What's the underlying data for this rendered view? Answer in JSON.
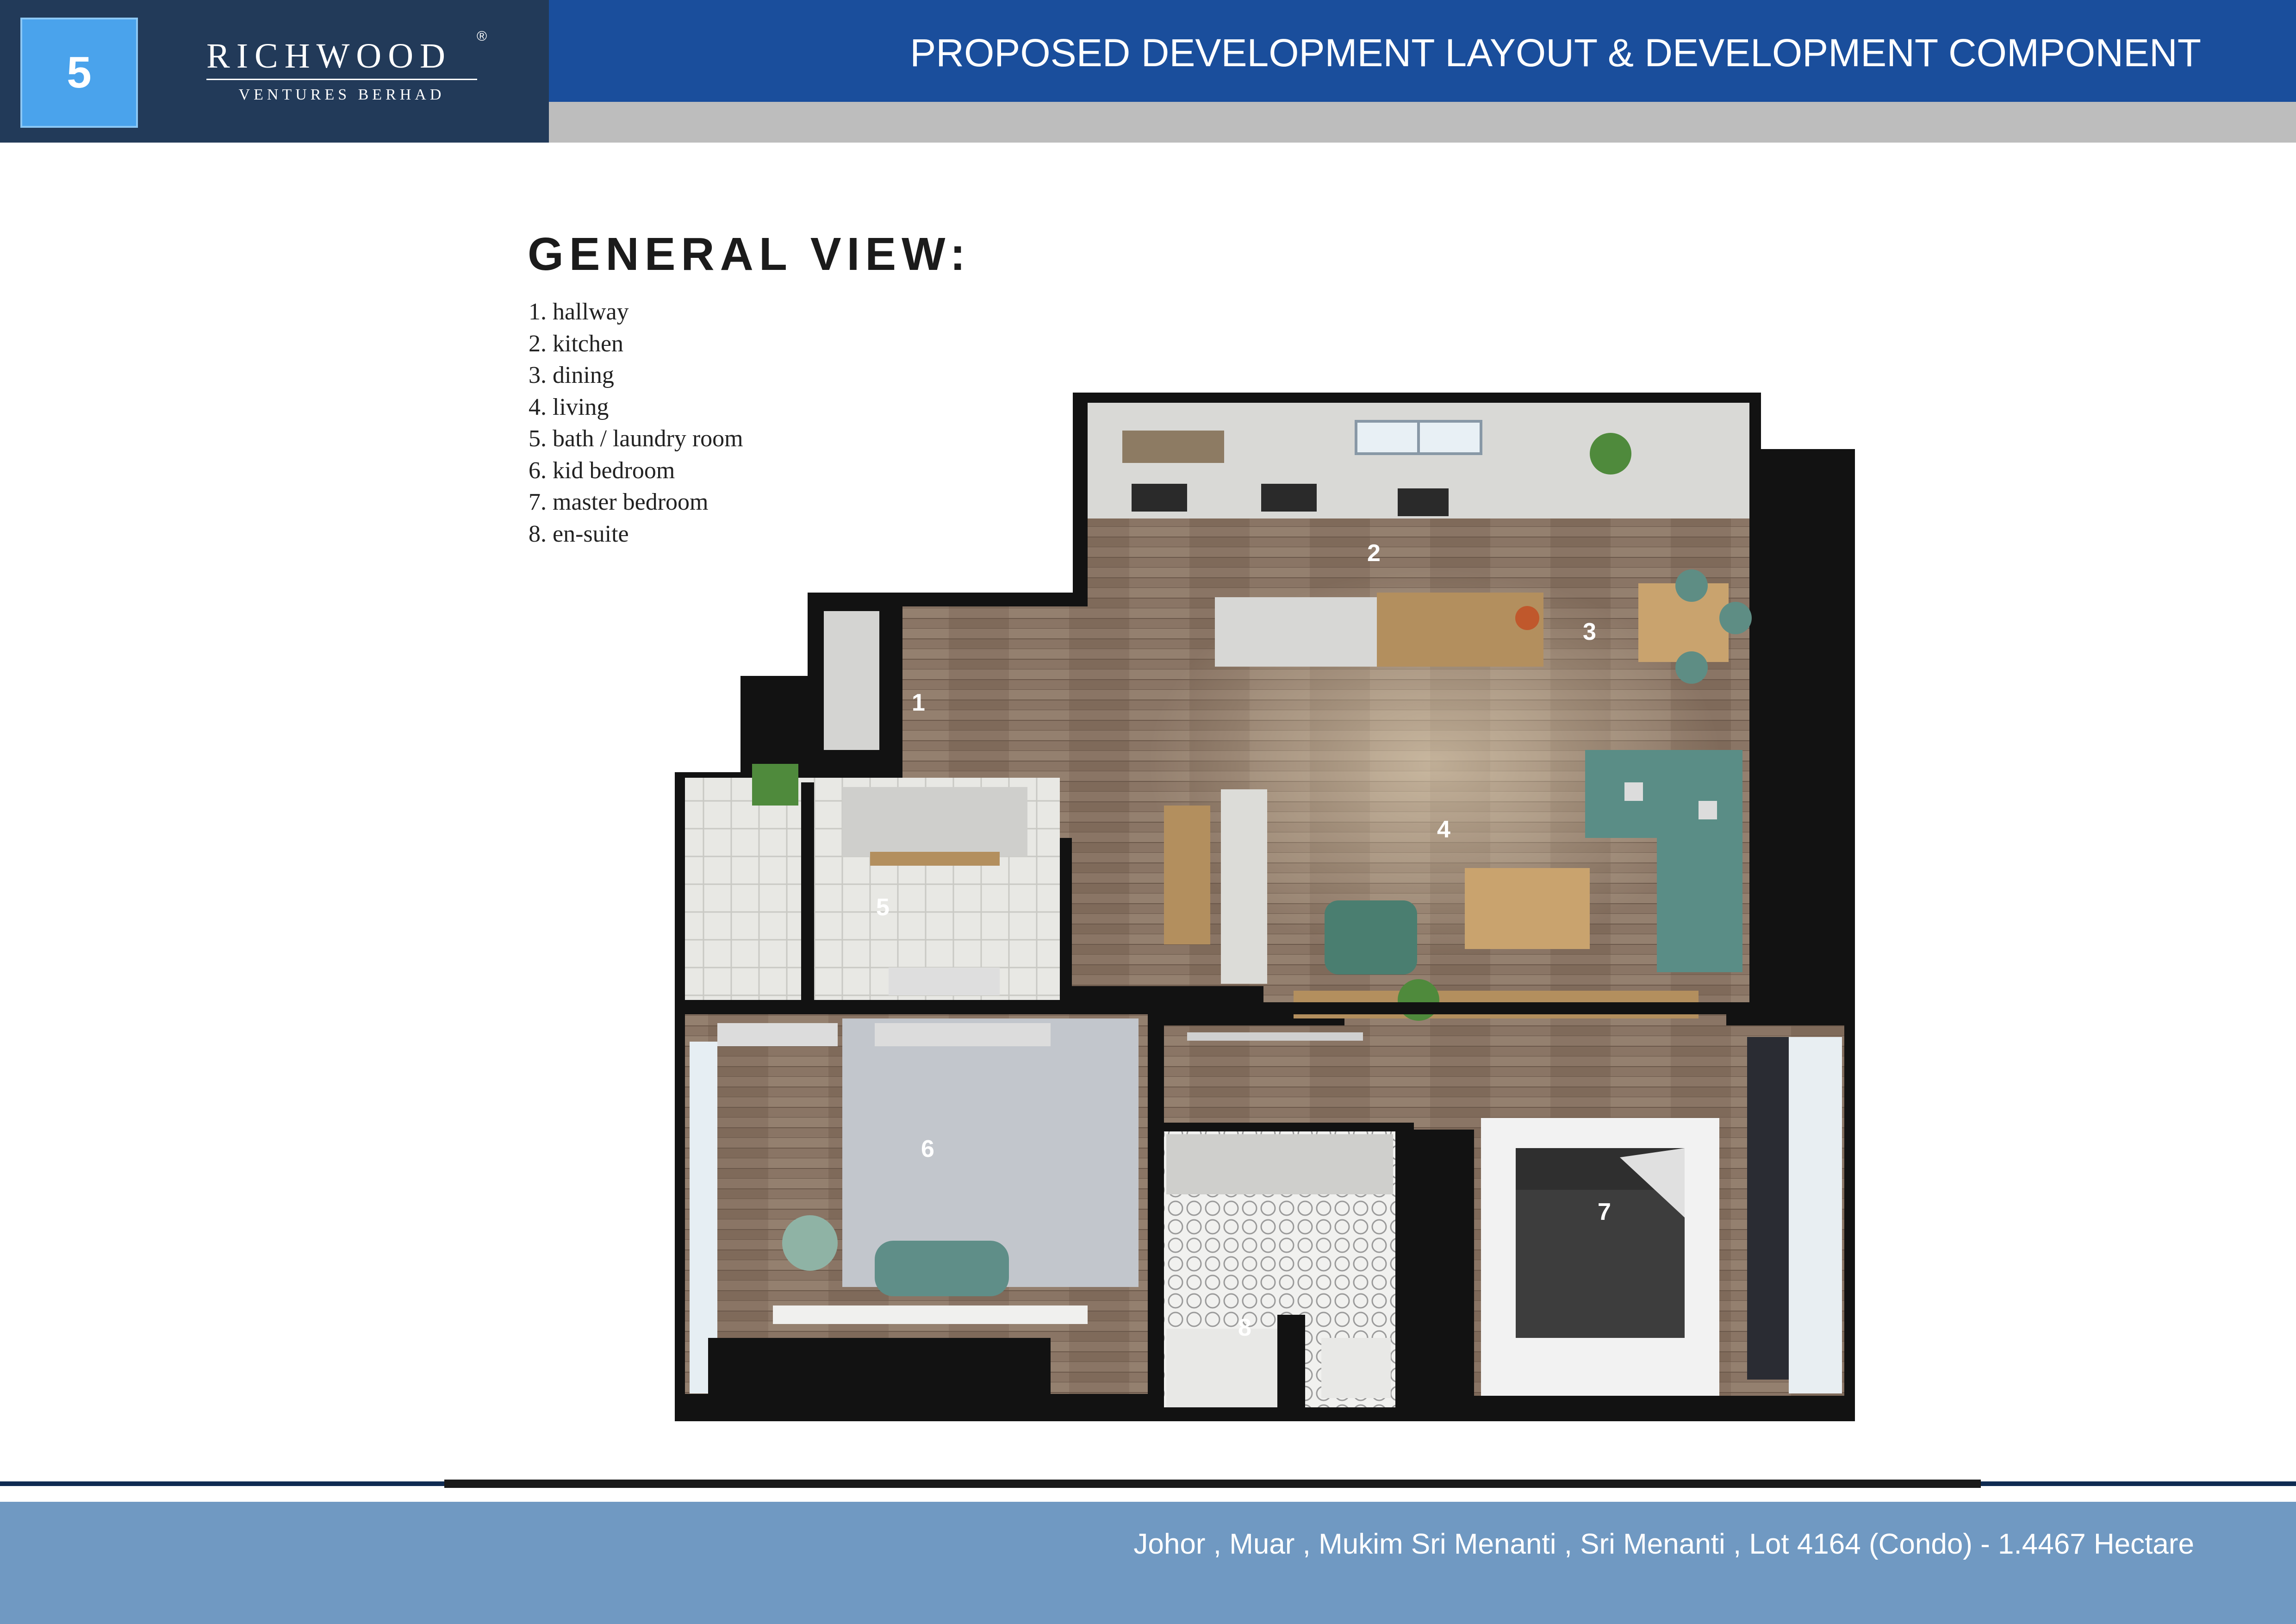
{
  "header": {
    "page_number": "5",
    "brand_name": "RICHWOOD",
    "brand_mark": "®",
    "brand_subtitle": "VENTURES BERHAD",
    "title": "PROPOSED DEVELOPMENT LAYOUT & DEVELOPMENT COMPONENT"
  },
  "content": {
    "heading": "GENERAL VIEW:",
    "legend": [
      "1. hallway",
      "2. kitchen",
      "3. dining",
      "4. living",
      "5. bath / laundry room",
      "6. kid bedroom",
      "7. master bedroom",
      "8. en-suite"
    ],
    "plan_labels": [
      "1",
      "2",
      "3",
      "4",
      "5",
      "6",
      "7",
      "8"
    ]
  },
  "footer": {
    "location": "Johor , Muar , Mukim Sri Menanti , Sri Menanti , Lot 4164 (Condo) - 1.4467 Hectare"
  },
  "colors": {
    "header_blue": "#1a4e9c",
    "logo_panel": "#223a59",
    "badge_blue": "#4aa3ec",
    "footer_blue": "#7099c2",
    "wood_floor": "#8a7565",
    "wall": "#111111"
  }
}
